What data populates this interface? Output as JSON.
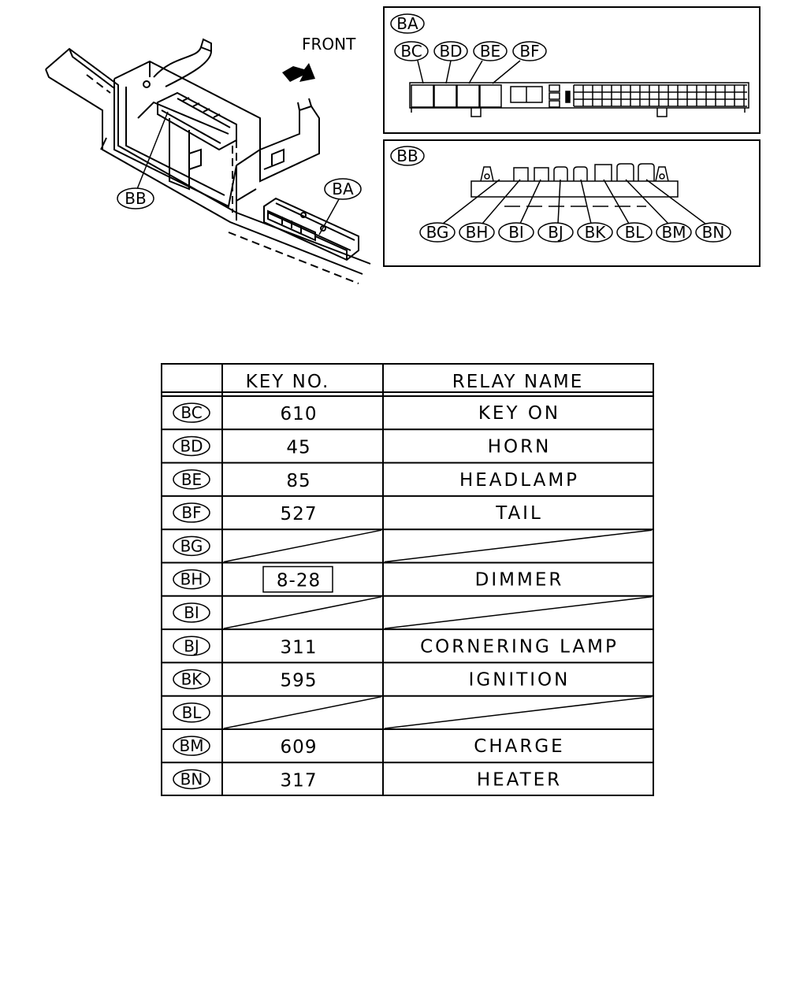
{
  "diagram": {
    "front_label": "FRONT",
    "callouts": {
      "ba": "BA",
      "bb": "BB"
    },
    "panel_ba": {
      "title": "BA",
      "relays": [
        "BC",
        "BD",
        "BE",
        "BF"
      ]
    },
    "panel_bb": {
      "title": "BB",
      "relays": [
        "BG",
        "BH",
        "BI",
        "BJ",
        "BK",
        "BL",
        "BM",
        "BN"
      ]
    }
  },
  "table": {
    "headers": [
      "",
      "KEY NO.",
      "RELAY NAME"
    ],
    "rows": [
      {
        "code": "BC",
        "key": "610",
        "name": "KEY ON"
      },
      {
        "code": "BD",
        "key": "45",
        "name": "HORN"
      },
      {
        "code": "BE",
        "key": "85",
        "name": "HEADLAMP"
      },
      {
        "code": "BF",
        "key": "527",
        "name": "TAIL"
      },
      {
        "code": "BG",
        "key": "",
        "name": "",
        "empty": true
      },
      {
        "code": "BH",
        "key": "8-28",
        "name": "DIMMER",
        "boxed": true
      },
      {
        "code": "BI",
        "key": "",
        "name": "",
        "empty": true
      },
      {
        "code": "BJ",
        "key": "311",
        "name": "CORNERING LAMP"
      },
      {
        "code": "BK",
        "key": "595",
        "name": "IGNITION"
      },
      {
        "code": "BL",
        "key": "",
        "name": "",
        "empty": true
      },
      {
        "code": "BM",
        "key": "609",
        "name": "CHARGE"
      },
      {
        "code": "BN",
        "key": "317",
        "name": "HEATER"
      }
    ]
  }
}
